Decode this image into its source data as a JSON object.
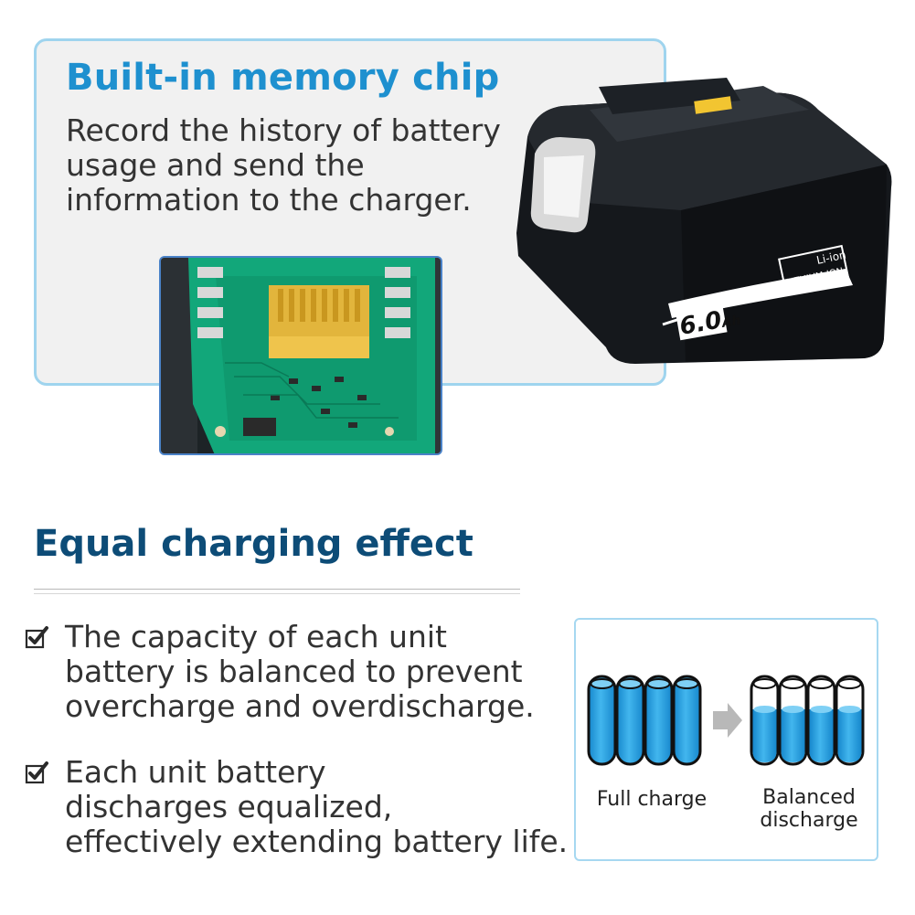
{
  "memory_chip": {
    "title": "Built-in memory chip",
    "desc_lines": [
      "Record the history of battery",
      "usage and send the",
      "information to the charger."
    ]
  },
  "battery": {
    "capacity_number": "6.0",
    "capacity_unit": "Ah",
    "badge_line1": "Li-ion",
    "badge_line2": "LITHIUM-ION"
  },
  "equal_charging": {
    "title": "Equal charging effect",
    "bullets": [
      {
        "lines": [
          "The capacity of each unit",
          "battery is balanced to prevent",
          "overcharge and overdischarge."
        ]
      },
      {
        "lines": [
          "Each unit battery",
          "discharges equalized,",
          "effectively extending battery life."
        ]
      }
    ]
  },
  "diagram": {
    "full_label": "Full charge",
    "balanced_label_1": "Balanced",
    "balanced_label_2": "discharge"
  },
  "colors": {
    "accent_blue": "#1e90cf",
    "dark_blue": "#0d4c77",
    "cell_blue": "#1e9bde"
  }
}
